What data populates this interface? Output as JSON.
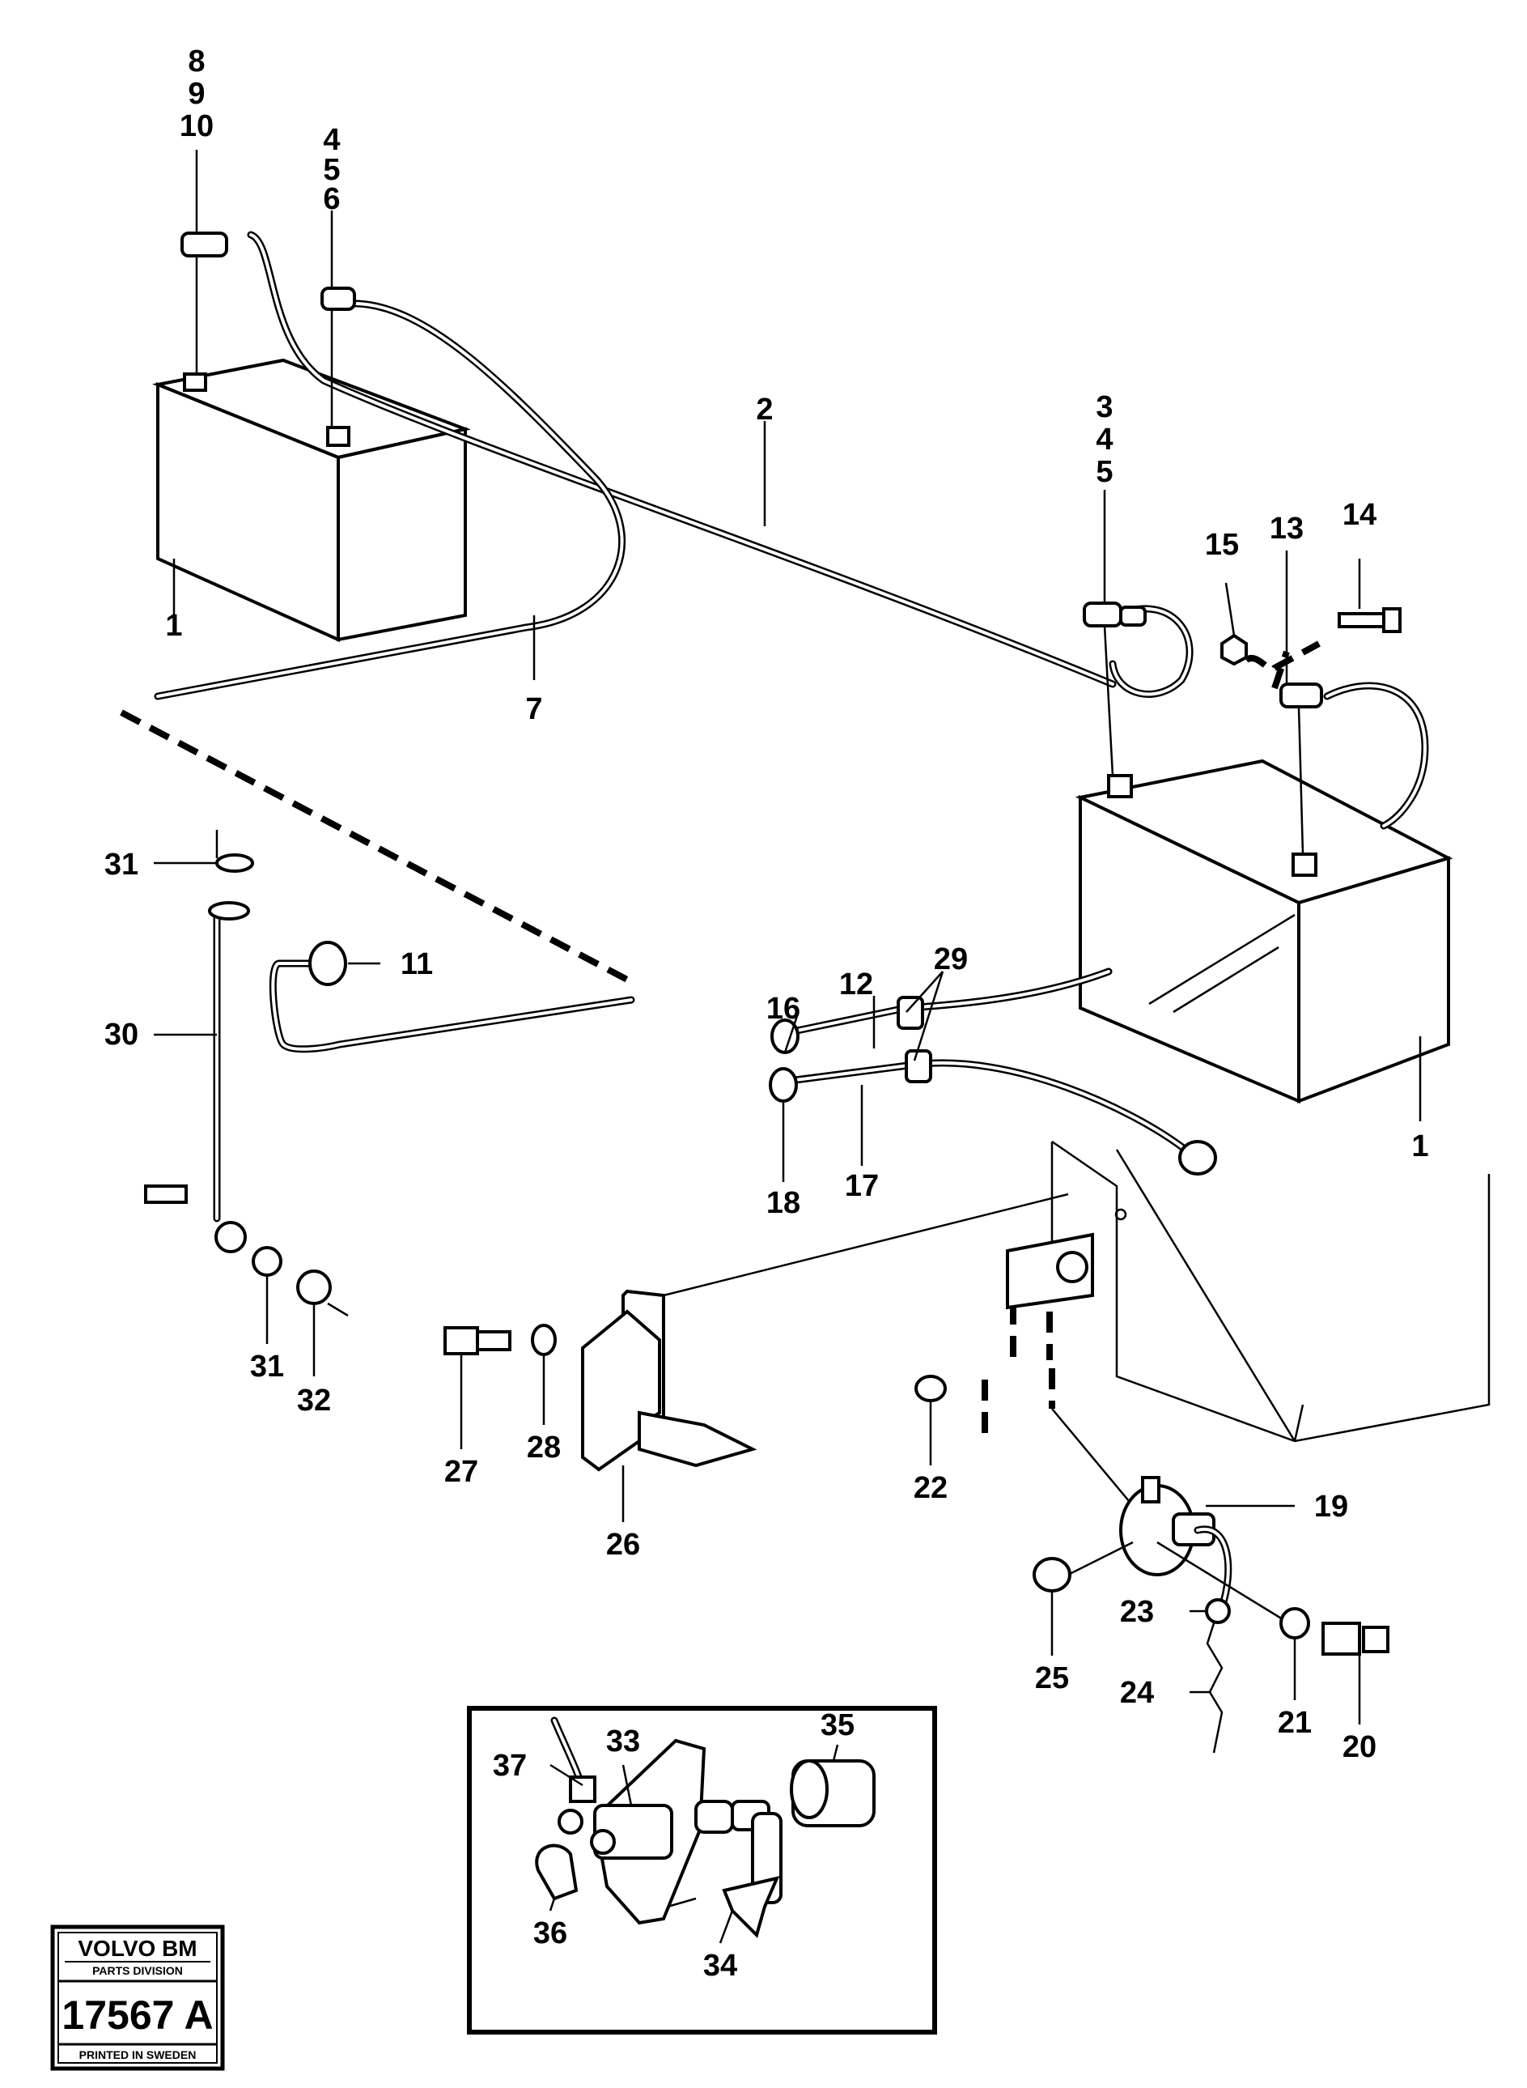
{
  "callouts": {
    "c8": "8",
    "c9": "9",
    "c10": "10",
    "c4a": "4",
    "c5a": "5",
    "c6": "6",
    "c2": "2",
    "c3": "3",
    "c4b": "4",
    "c5b": "5",
    "c15": "15",
    "c13": "13",
    "c14": "14",
    "c1a": "1",
    "c7": "7",
    "c1b": "1",
    "c31a": "31",
    "c11": "11",
    "c30": "30",
    "c31b": "31",
    "c32": "32",
    "c16": "16",
    "c12": "12",
    "c29": "29",
    "c18": "18",
    "c17": "17",
    "c27": "27",
    "c28": "28",
    "c26": "26",
    "c22": "22",
    "c19": "19",
    "c23": "23",
    "c25": "25",
    "c24": "24",
    "c21": "21",
    "c20": "20",
    "c37": "37",
    "c33": "33",
    "c35": "35",
    "c36": "36",
    "c34": "34"
  },
  "stamp": {
    "brand": "VOLVO BM",
    "division": "PARTS DIVISION",
    "number": "17567 A",
    "printed": "PRINTED IN SWEDEN"
  }
}
